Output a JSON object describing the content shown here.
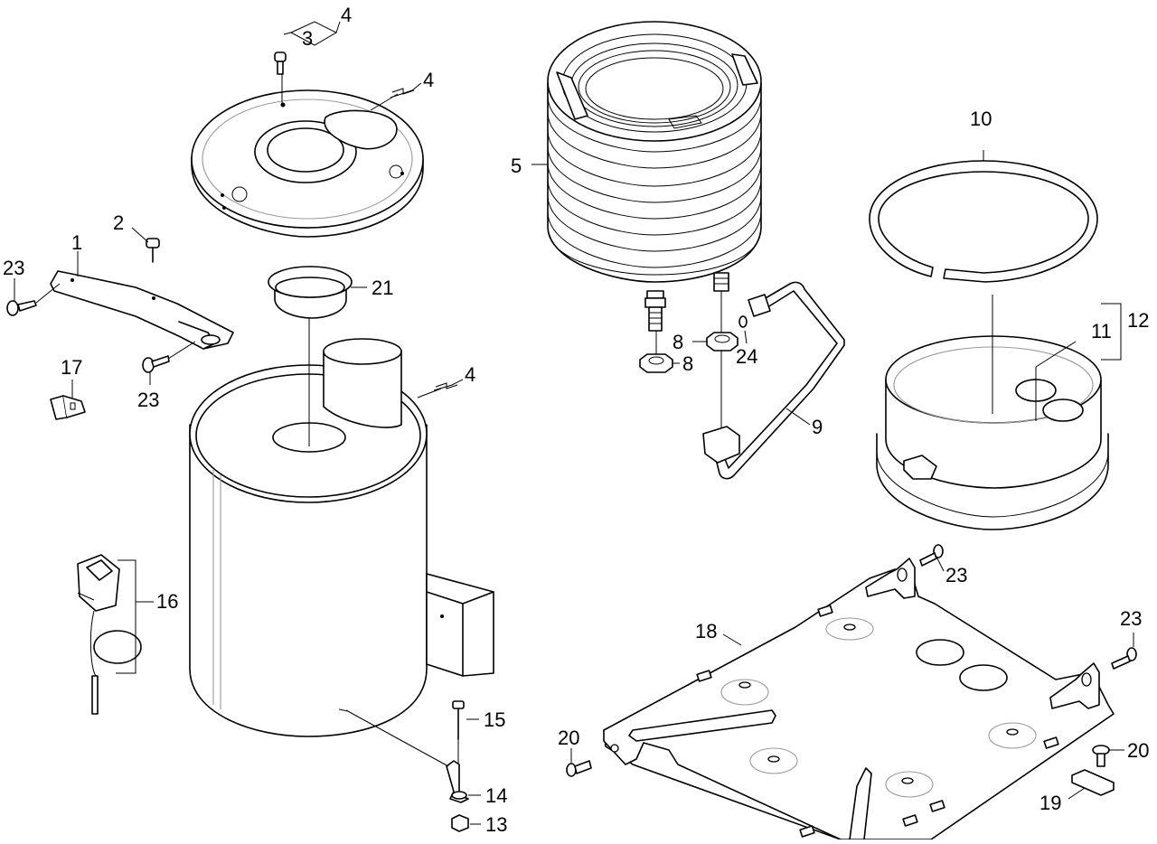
{
  "callouts": {
    "c1": "1",
    "c2": "2",
    "c3": "3",
    "c4a": "4",
    "c4b": "4",
    "c4c": "4",
    "c5": "5",
    "c8a": "8",
    "c8b": "8",
    "c9": "9",
    "c10": "10",
    "c11": "11",
    "c12": "12",
    "c13": "13",
    "c14": "14",
    "c15": "15",
    "c16": "16",
    "c17": "17",
    "c18": "18",
    "c19": "19",
    "c20a": "20",
    "c20b": "20",
    "c21": "21",
    "c23a": "23",
    "c23b": "23",
    "c23c": "23",
    "c23d": "23",
    "c24": "24"
  }
}
